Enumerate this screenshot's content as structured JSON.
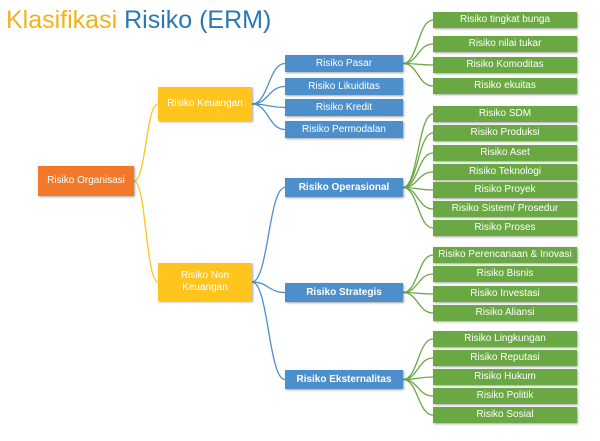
{
  "title": {
    "part1": "Klasifikasi ",
    "part2": "Risiko (ERM)"
  },
  "colors": {
    "title_part1": "#f3b21b",
    "title_part2": "#2878b7",
    "root": "#f07a2a",
    "level1": "#ffc51d",
    "level2": "#4d8fcb",
    "leaf": "#6aa843",
    "connector_level1": "#ffc51d",
    "connector_level2": "#4d8fcb",
    "connector_leaf": "#6aa843"
  },
  "diagram": {
    "root": "Risiko Organisasi",
    "children": [
      {
        "label": "Risiko Keuangan",
        "children": [
          {
            "label": "Risiko Pasar",
            "children": [
              "Risiko tingkat bunga",
              "Risiko nilai tukar",
              "Risiko Komoditas",
              "Risiko ekuitas"
            ]
          },
          {
            "label": "Risiko Likuiditas",
            "children": []
          },
          {
            "label": "Risiko Kredit",
            "children": []
          },
          {
            "label": "Risiko Permodalan",
            "children": []
          }
        ]
      },
      {
        "label": "Risiko Non Keuangan",
        "children": [
          {
            "label": "Risiko Operasional",
            "children": [
              "Risiko SDM",
              "Risiko Produksi",
              "Risiko Aset",
              "Risiko Teknologi",
              "Risiko Proyek",
              "Risiko Sistem/ Prosedur",
              "Risiko Proses"
            ]
          },
          {
            "label": "Risiko Strategis",
            "children": [
              "Risiko Perencanaan & Inovasi",
              "Risiko Bisnis",
              "Risiko Investasi",
              "Risiko Aliansi"
            ]
          },
          {
            "label": "Risiko Eksternalitas",
            "children": [
              "Risiko Lingkungan",
              "Risiko Reputasi",
              "Risiko Hukum",
              "Risiko Politik",
              "Risiko Sosial"
            ]
          }
        ]
      }
    ]
  }
}
